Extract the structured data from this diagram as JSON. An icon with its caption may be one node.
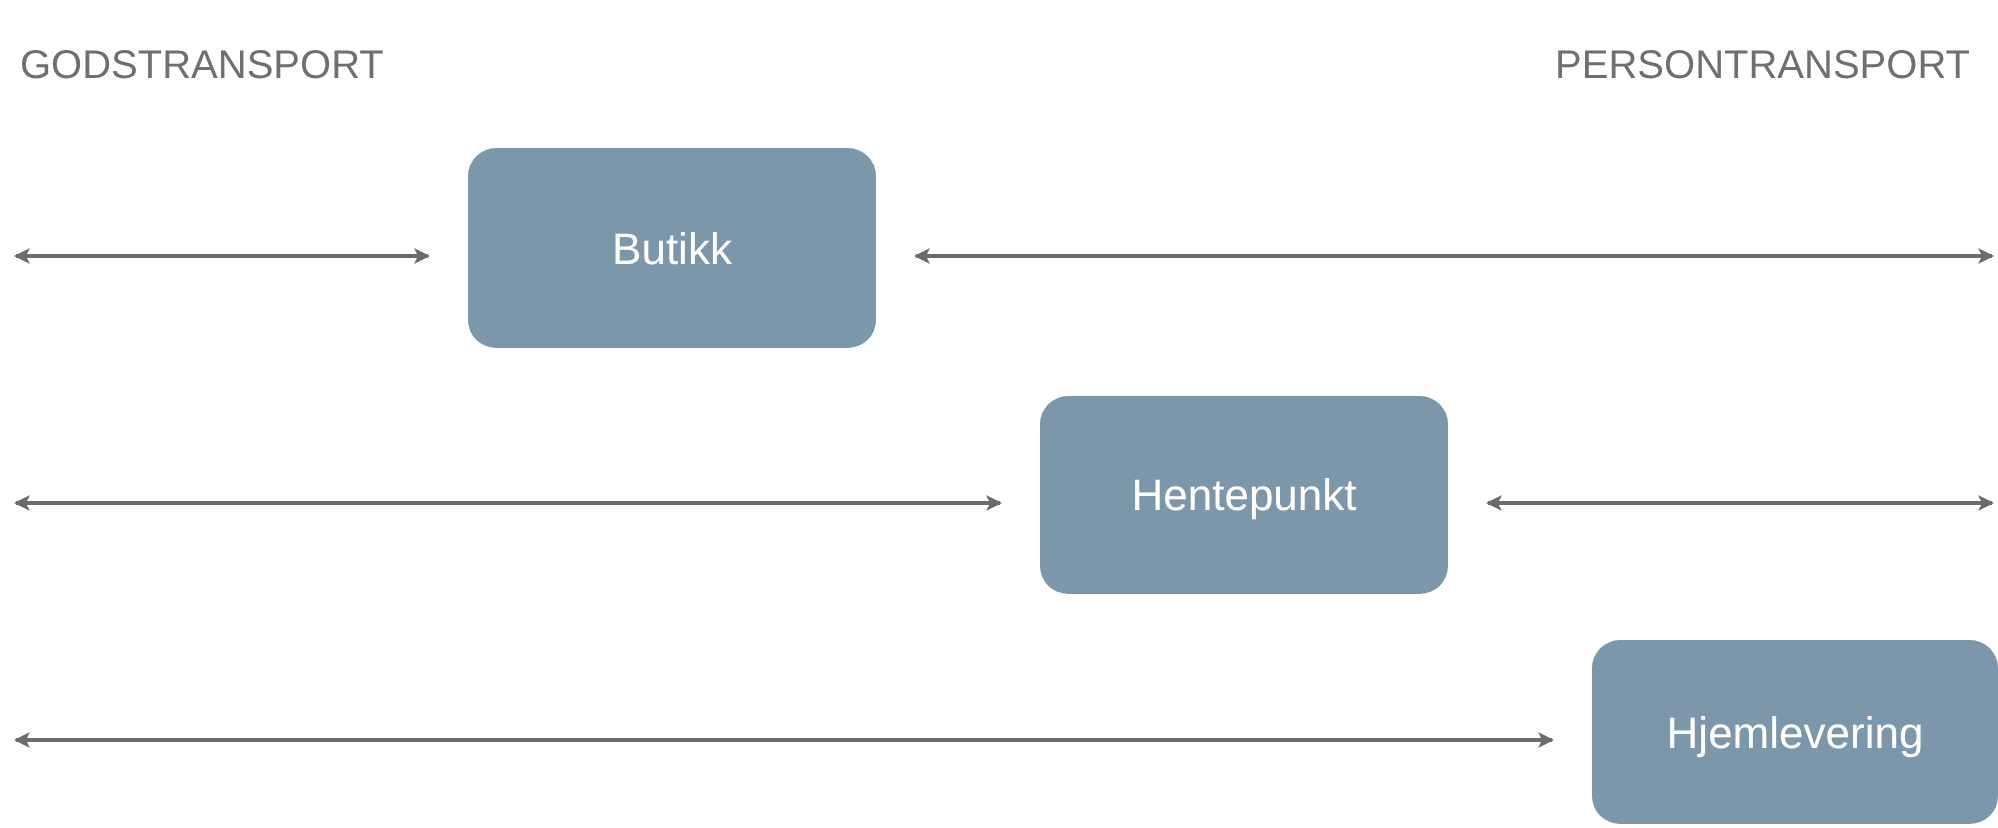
{
  "diagram": {
    "nodes": [
      {
        "text": [
          "Butikk"
        ]
      },
      {
        "text": [
          "Hentepunkt"
        ]
      },
      {
        "text": [
          "Hjemlevering"
        ]
      }
    ],
    "edges": [
      {
        "from": null,
        "to": 0,
        "arrow": "both"
      },
      {
        "from": 0,
        "to": null,
        "arrow": "both"
      },
      {
        "from": null,
        "to": 1,
        "arrow": "both"
      },
      {
        "from": 1,
        "to": null,
        "arrow": "both"
      },
      {
        "from": null,
        "to": 2,
        "arrow": "both"
      }
    ],
    "labels": [
      "GODSTRANSPORT",
      "PERSONTRANSPORT"
    ]
  }
}
